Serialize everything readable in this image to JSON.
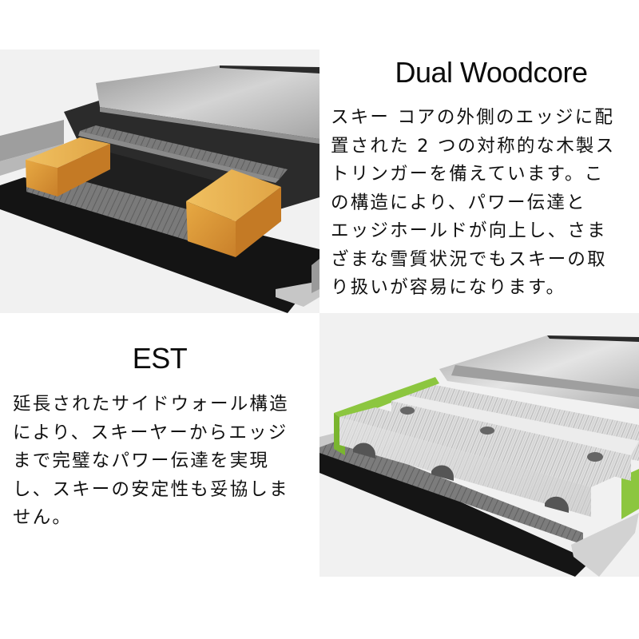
{
  "sections": {
    "woodcore": {
      "title": "Dual Woodcore",
      "body": "スキー コアの外側のエッジに配\n置された 2 つの対称的な木製ス\nトリンガーを備えています。こ\nの構造により、パワー伝達と\nエッジホールドが向上し、さま\nざまな雪質状況でもスキーの取\nり扱いが容易になります。",
      "image_label": "dual-woodcore-cross-section"
    },
    "est": {
      "title": "EST",
      "body": "延長されたサイドウォール構造\nにより、スキーヤーからエッジ\nまで完璧なパワー伝達を実現\nし、スキーの安定性も妥協しま\nせん。",
      "image_label": "est-sidewall-cross-section"
    }
  },
  "colors": {
    "background": "#ffffff",
    "image_bg": "#f1f1f1",
    "wood": "#d9962e",
    "sidewall_green": "#8cc63f",
    "base_black": "#151515",
    "topsheet_silver": "#c8c8c8"
  }
}
